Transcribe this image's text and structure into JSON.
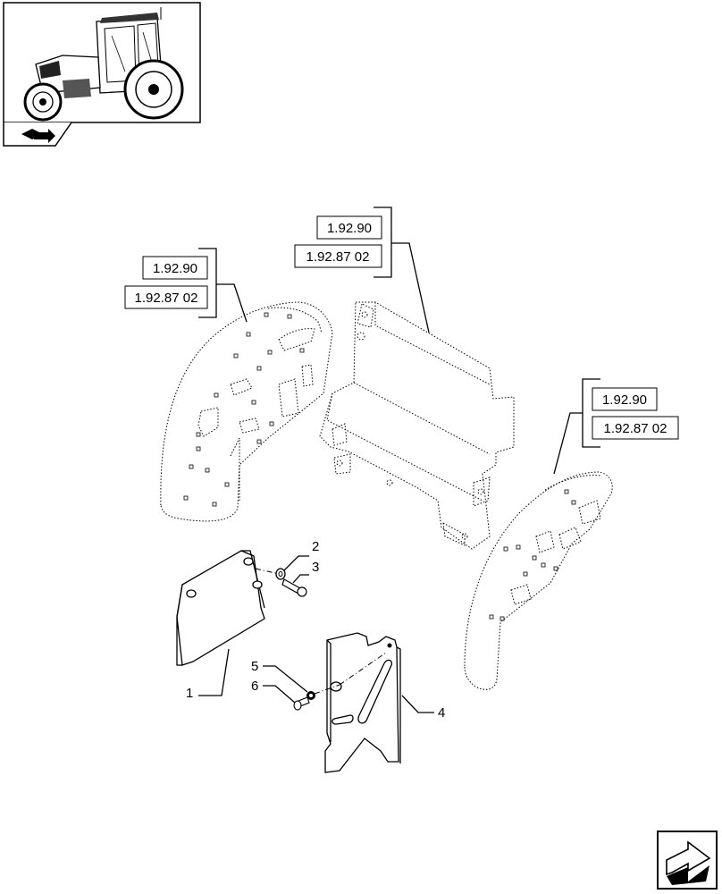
{
  "references": {
    "left_fender": [
      "1.92.90",
      "1.92.87 02"
    ],
    "center_panel": [
      "1.92.90",
      "1.92.87 02"
    ],
    "right_fender": [
      "1.92.90",
      "1.92.87 02"
    ]
  },
  "callouts": {
    "c1": "1",
    "c2": "2",
    "c3": "3",
    "c4": "4",
    "c5": "5",
    "c6": "6"
  },
  "icons": {
    "thumbnail": "tractor-thumbnail-icon",
    "model_marker": "book-arrow-icon",
    "navigation": "next-page-arrow-icon"
  }
}
